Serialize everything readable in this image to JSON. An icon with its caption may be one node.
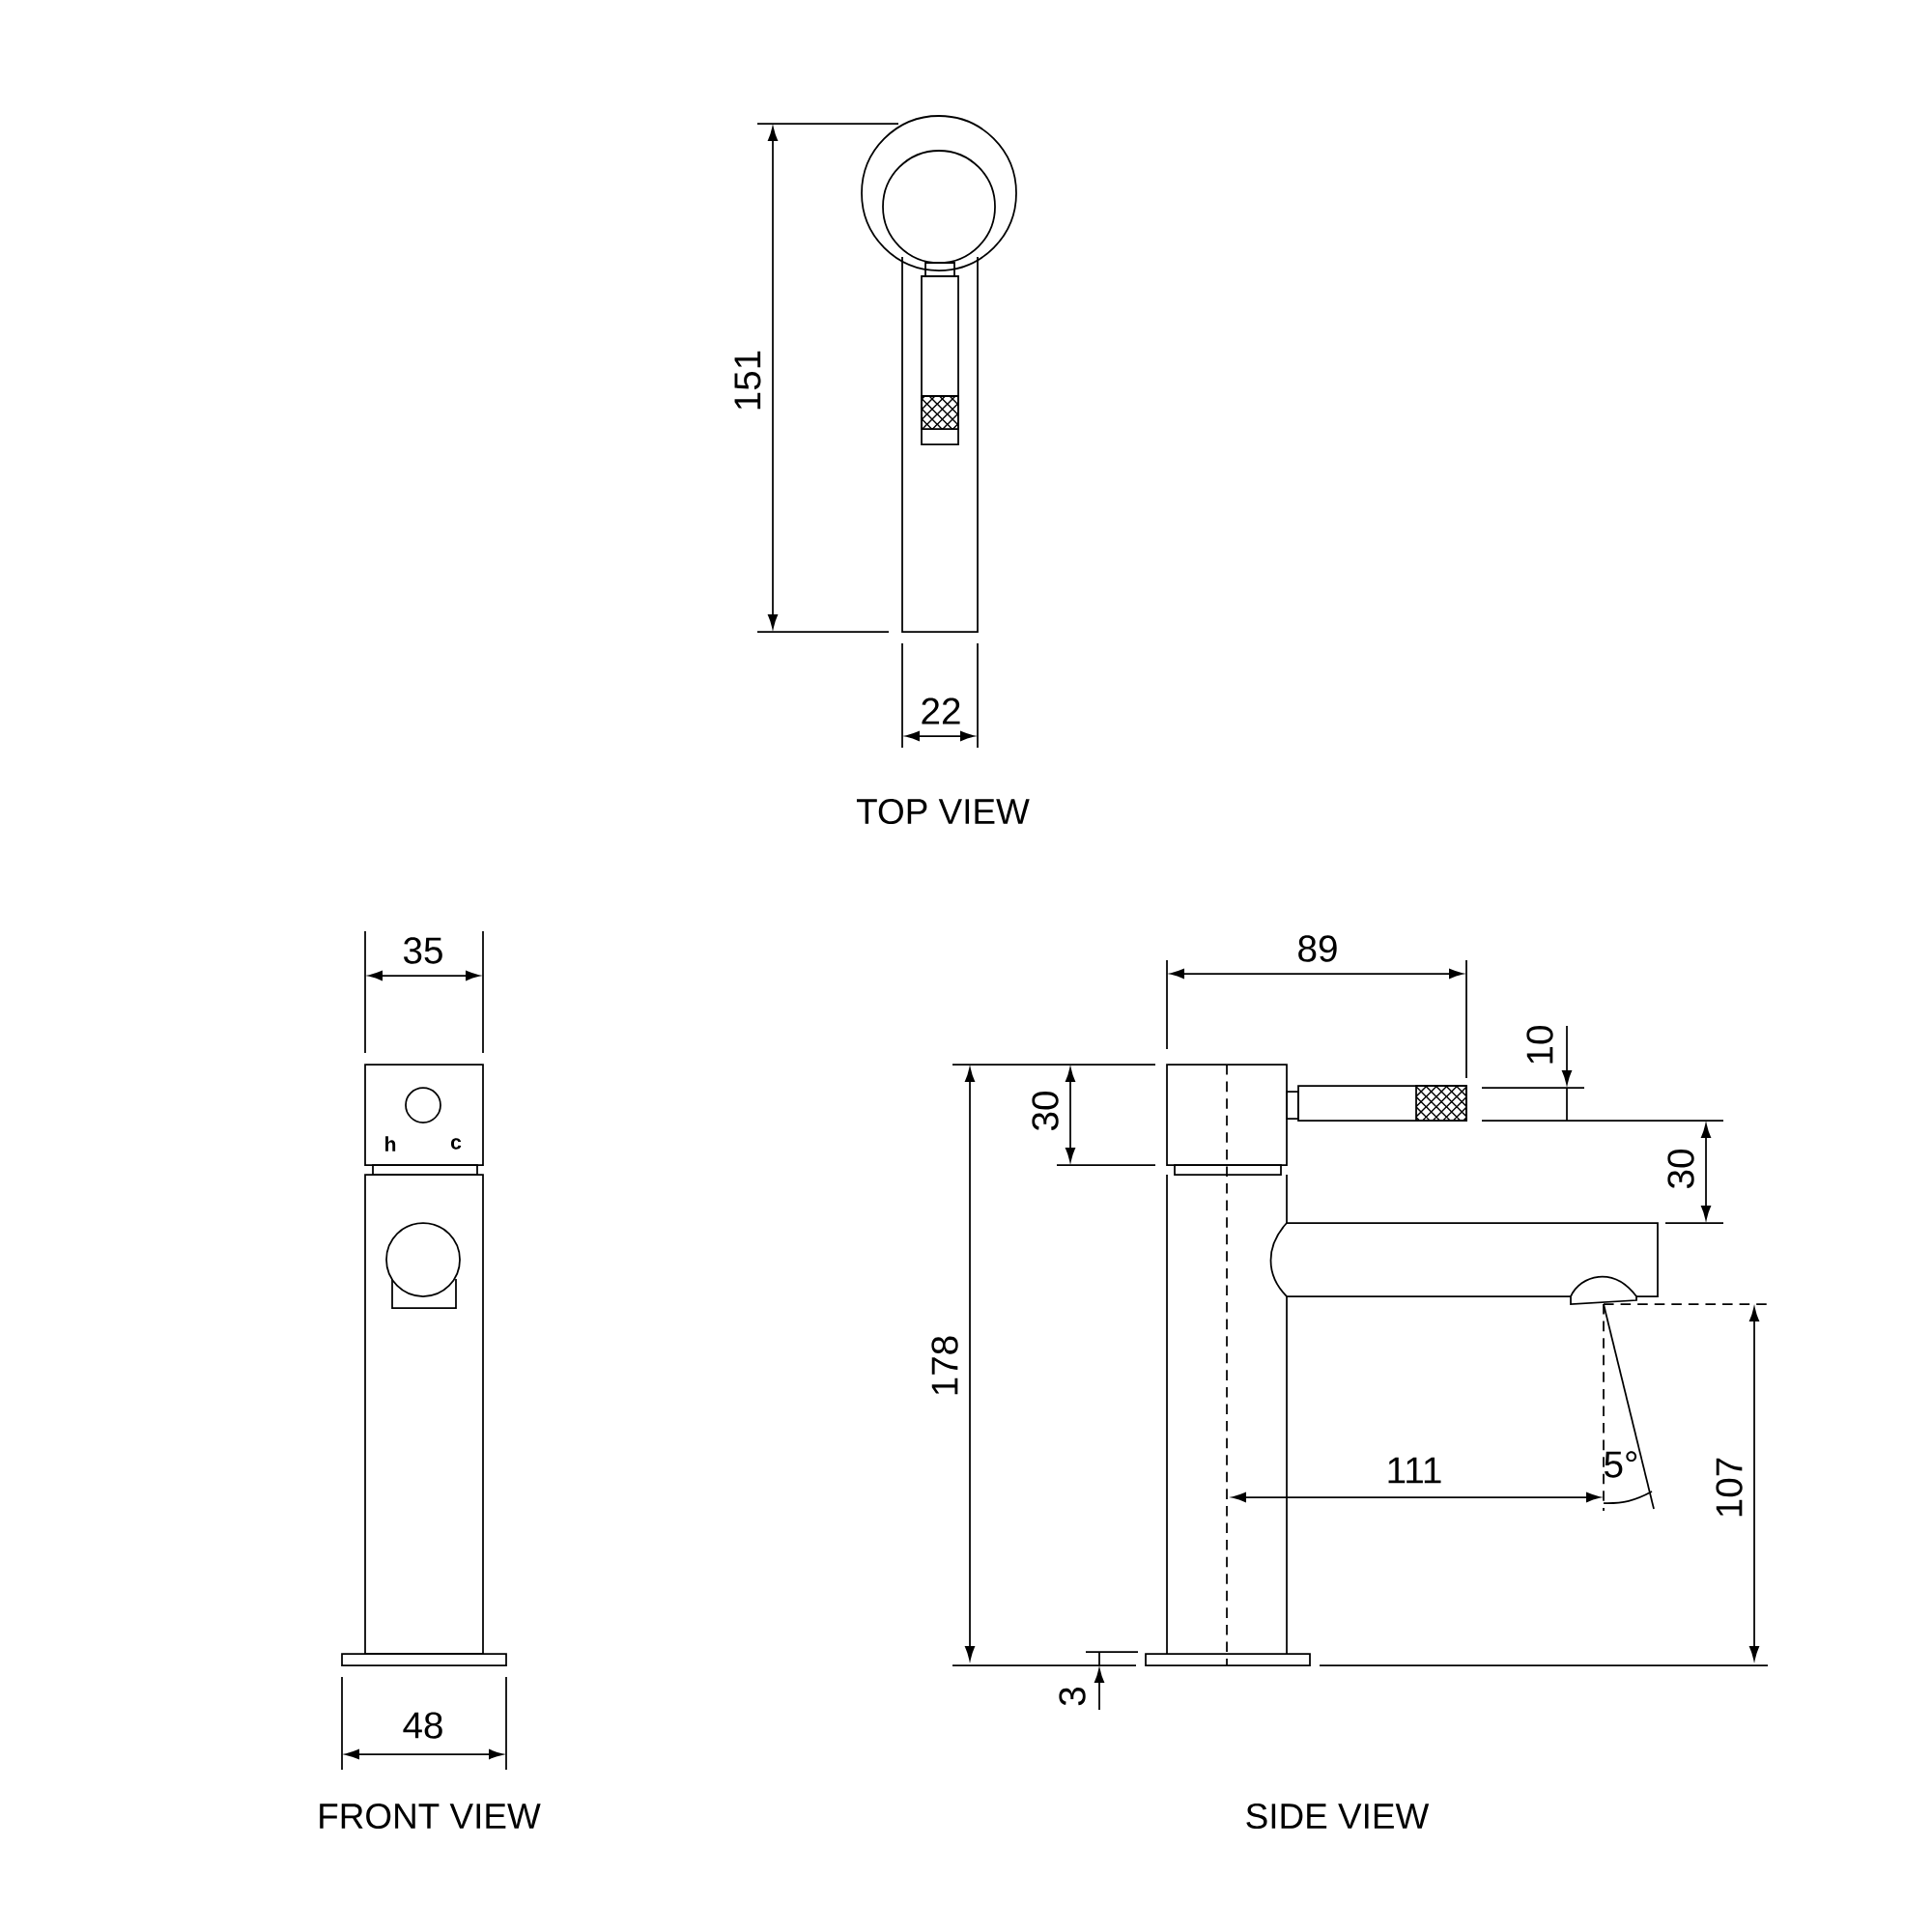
{
  "diagram": {
    "labels": [
      "151",
      "22",
      "TOP VIEW",
      "35",
      "h",
      "c",
      "48",
      "FRONT VIEW",
      "89",
      "10",
      "30",
      "30",
      "178",
      "111",
      "5°",
      "107",
      "3",
      "SIDE VIEW"
    ]
  }
}
